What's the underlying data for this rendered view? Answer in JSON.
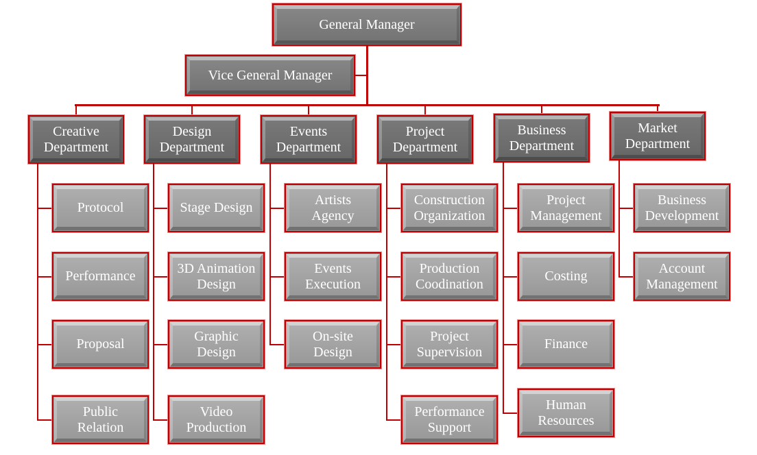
{
  "general_manager": "General Manager",
  "vice_general_manager": "Vice General Manager",
  "departments": [
    {
      "name": "Creative\nDepartment",
      "units": [
        "Protocol",
        "Performance",
        "Proposal",
        "Public\nRelation"
      ]
    },
    {
      "name": "Design\nDepartment",
      "units": [
        "Stage Design",
        "3D Animation\nDesign",
        "Graphic\nDesign",
        "Video\nProduction"
      ]
    },
    {
      "name": "Events\nDepartment",
      "units": [
        "Artists\nAgency",
        "Events\nExecution",
        "On-site\nDesign"
      ]
    },
    {
      "name": "Project\nDepartment",
      "units": [
        "Construction\nOrganization",
        "Production\nCoodination",
        "Project\nSupervision",
        "Performance\nSupport"
      ]
    },
    {
      "name": "Business\nDepartment",
      "units": [
        "Project\nManagement",
        "Costing",
        "Finance",
        "Human\nResources"
      ]
    },
    {
      "name": "Market\nDepartment",
      "units": [
        "Business\nDevelopment",
        "Account\nManagement"
      ]
    }
  ],
  "colors": {
    "line": "#c00000",
    "dept": "#6b6b6b",
    "unit": "#a3a3a3"
  }
}
